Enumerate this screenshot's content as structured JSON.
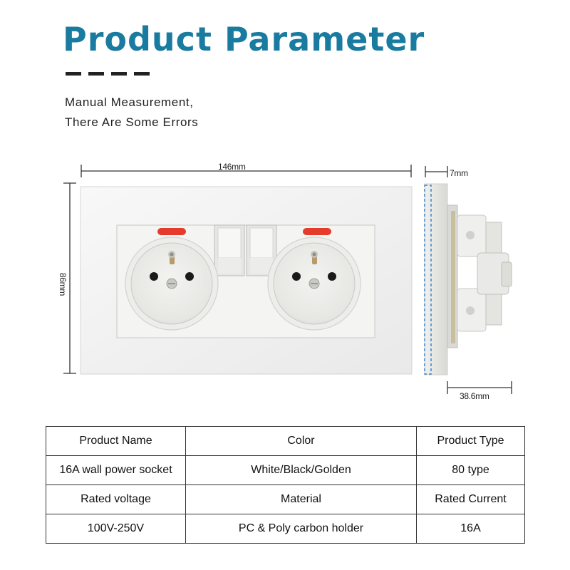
{
  "header": {
    "title": "Product Parameter",
    "title_color": "#1a7ba0",
    "subtitle_lines": [
      "Manual Measurement,",
      "There Are Some Errors"
    ]
  },
  "dimensions": {
    "width": "146mm",
    "height": "86mm",
    "thickness": "7mm",
    "depth": "38.6mm"
  },
  "colors": {
    "indicator": "#e43b2c",
    "side_dash": "#3a83c5"
  },
  "table": {
    "rows": [
      [
        "Product Name",
        "Color",
        "Product Type"
      ],
      [
        "16A wall power socket",
        "White/Black/Golden",
        "80 type"
      ],
      [
        "Rated voltage",
        "Material",
        "Rated Current"
      ],
      [
        "100V-250V",
        "PC & Poly carbon holder",
        "16A"
      ]
    ]
  }
}
